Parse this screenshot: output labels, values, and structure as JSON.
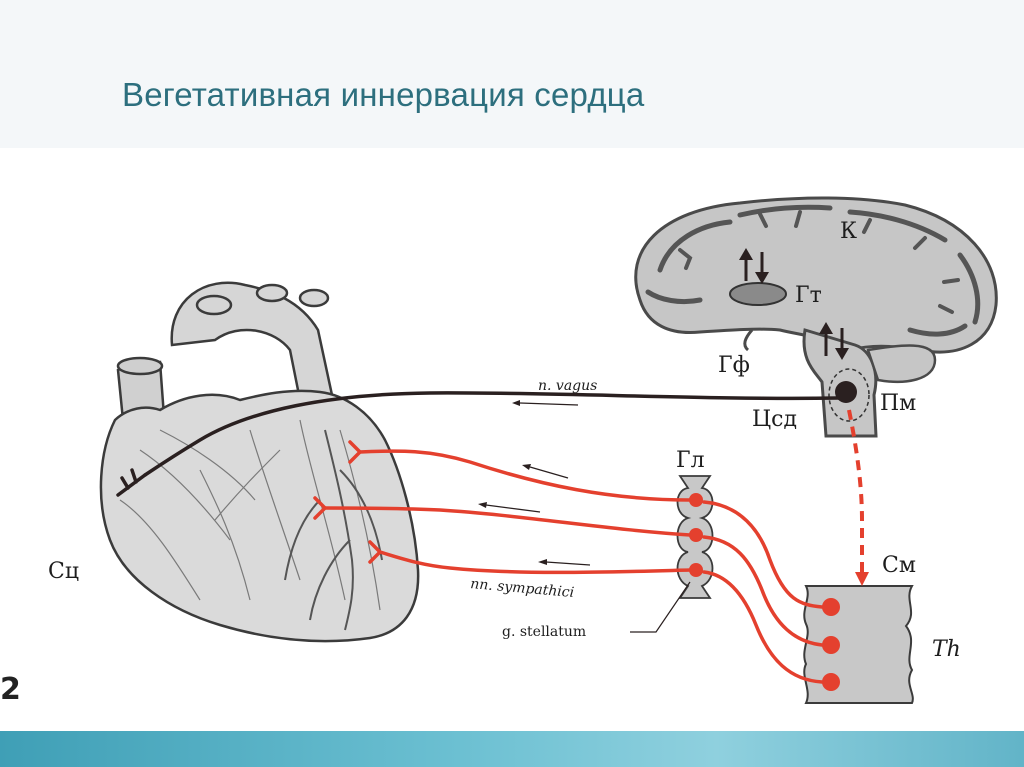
{
  "slide": {
    "title": "Вегетативная иннервация сердца",
    "page_number": "2"
  },
  "diagram": {
    "labels": {
      "cortex": "К",
      "hypothalamus": "Гт",
      "pituitary": "Гф",
      "medulla": "Пм",
      "cardio_center": "Цсд",
      "ganglion": "Гл",
      "spinal_cord": "См",
      "thoracic": "Th",
      "heart": "Сц",
      "vagus": "n. vagus",
      "sympathetic": "nn. sympathici",
      "stellate": "g. stellatum"
    },
    "colors": {
      "sympathetic": "#e4402e",
      "parasympathetic": "#2a2020",
      "brain_fill": "#c6c6c6",
      "heart_fill": "#d9d9d9",
      "title": "#2d6f7e",
      "footer": "#5bb2c7"
    }
  }
}
